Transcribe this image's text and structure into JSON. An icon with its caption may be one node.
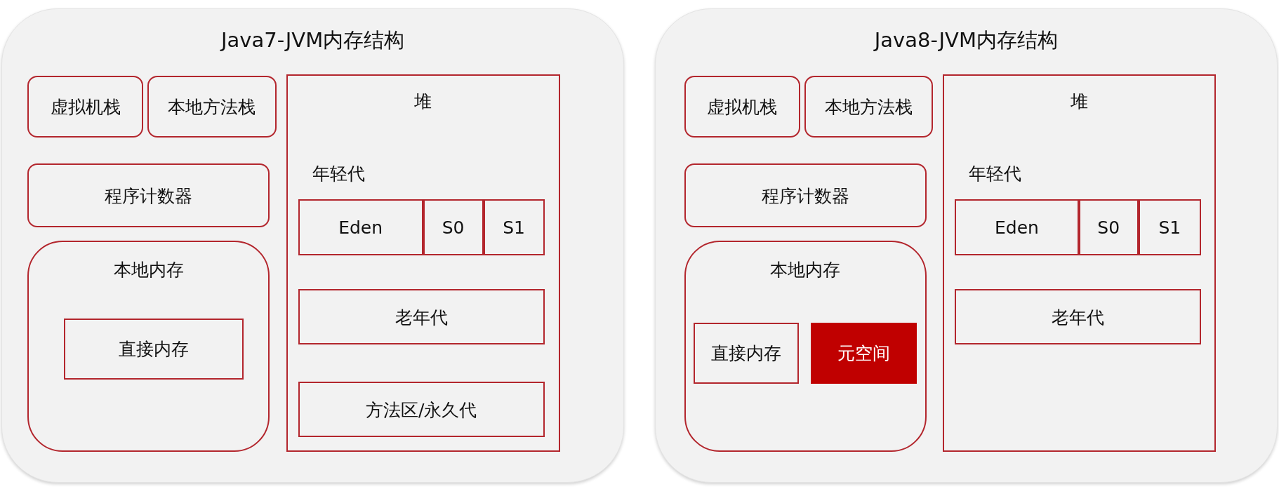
{
  "diagram": {
    "nodes": [
      {
        "text": [
          "Java7-JVM内存结构"
        ]
      },
      {
        "text": [
          "虚拟机栈"
        ],
        "in": 0
      },
      {
        "text": [
          "本地方法栈"
        ],
        "in": 0
      },
      {
        "text": [
          "堆",
          "年轻代"
        ],
        "in": 0
      },
      {
        "text": [
          "程序计数器"
        ],
        "in": 0
      },
      {
        "text": [
          "本地内存"
        ],
        "in": 0
      },
      {
        "text": [
          "直接内存"
        ],
        "in": 5
      },
      {
        "text": [
          "Eden"
        ],
        "in": 3
      },
      {
        "text": [
          "S0"
        ],
        "in": 3
      },
      {
        "text": [
          "S1"
        ],
        "in": 3
      },
      {
        "text": [
          "老年代"
        ],
        "in": 3
      },
      {
        "text": [
          "方法区/永久代"
        ],
        "in": 3
      },
      {
        "text": [
          "Java8-JVM内存结构"
        ]
      },
      {
        "text": [
          "虚拟机栈"
        ],
        "in": 12
      },
      {
        "text": [
          "本地方法栈"
        ],
        "in": 12
      },
      {
        "text": [
          "堆",
          "年轻代"
        ],
        "in": 12
      },
      {
        "text": [
          "程序计数器"
        ],
        "in": 12
      },
      {
        "text": [
          "本地内存"
        ],
        "in": 12
      },
      {
        "text": [
          "直接内存"
        ],
        "in": 17
      },
      {
        "text": [
          "元空间"
        ],
        "in": 17
      },
      {
        "text": [
          "Eden"
        ],
        "in": 15
      },
      {
        "text": [
          "S0"
        ],
        "in": 15
      },
      {
        "text": [
          "S1"
        ],
        "in": 15
      },
      {
        "text": [
          "老年代"
        ],
        "in": 15
      }
    ]
  }
}
